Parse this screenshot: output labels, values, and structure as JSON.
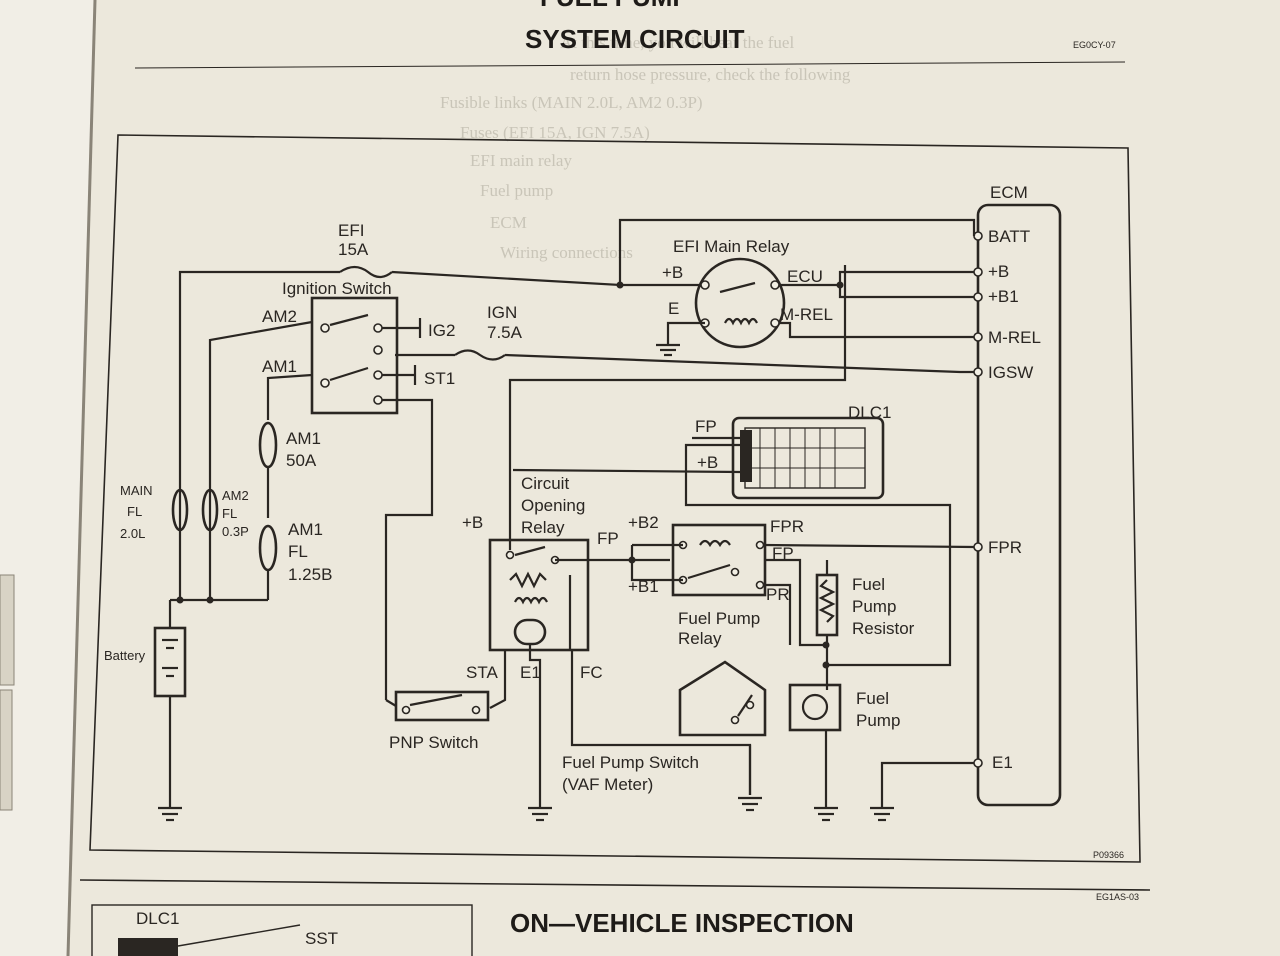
{
  "page": {
    "section_title": "SYSTEM CIRCUIT",
    "section_title_partial": "FUEL PUMP",
    "code_top": "EG0CY-07",
    "figure_id": "P09366",
    "code_bottom": "EG1AS-03",
    "bottom_heading": "ON—VEHICLE INSPECTION",
    "bottom_dlc": "DLC1",
    "bottom_sst": "SST"
  },
  "ghost_text": [
    "At this time, you will hear the fuel",
    "return hose pressure, check the following",
    "Fusible links (MAIN 2.0L, AM2 0.3P)",
    "Fuses (EFI 15A, IGN 7.5A)",
    "EFI main relay",
    "Fuel pump",
    "ECM",
    "Wiring connections"
  ],
  "diagram": {
    "ecm": {
      "title": "ECM",
      "pins": [
        "BATT",
        "+B",
        "+B1",
        "M-REL",
        "IGSW",
        "FPR",
        "E1"
      ]
    },
    "efi_fuse": [
      "EFI",
      "15A"
    ],
    "ignition_switch": {
      "label": "Ignition Switch",
      "am2": "AM2",
      "am1": "AM1",
      "ig2": "IG2",
      "st1": "ST1"
    },
    "ign_fuse": [
      "IGN",
      "7.5A"
    ],
    "efi_main_relay": {
      "label": "EFI Main Relay",
      "b": "+B",
      "ecu": "ECU",
      "e": "E",
      "mrel": "M-REL"
    },
    "dlc1": {
      "label": "DLC1",
      "fp": "FP",
      "b": "+B"
    },
    "am1_50a": [
      "AM1",
      "50A"
    ],
    "main_fl": [
      "MAIN",
      "FL",
      "2.0L"
    ],
    "am2_fl": [
      "AM2",
      "FL",
      "0.3P"
    ],
    "am1_fl": [
      "AM1",
      "FL",
      "1.25B"
    ],
    "battery": "Battery",
    "circuit_opening_relay": {
      "label": [
        "Circuit",
        "Opening",
        "Relay"
      ],
      "b": "+B",
      "fp": "FP",
      "sta": "STA",
      "e1": "E1",
      "fc": "FC"
    },
    "fuel_pump_relay": {
      "label": [
        "Fuel Pump",
        "Relay"
      ],
      "b2": "+B2",
      "b1": "+B1",
      "fpr": "FPR",
      "fp": "FP",
      "pr": "PR"
    },
    "fuel_pump_resistor": [
      "Fuel",
      "Pump",
      "Resistor"
    ],
    "fuel_pump": [
      "Fuel",
      "Pump"
    ],
    "pnp_switch": "PNP Switch",
    "fuel_pump_switch": [
      "Fuel Pump Switch",
      "(VAF Meter)"
    ]
  },
  "colors": {
    "paper": "#ece8dc",
    "ink": "#2a2622",
    "table": "#3a3226",
    "ghost": "#c9c5b8"
  }
}
